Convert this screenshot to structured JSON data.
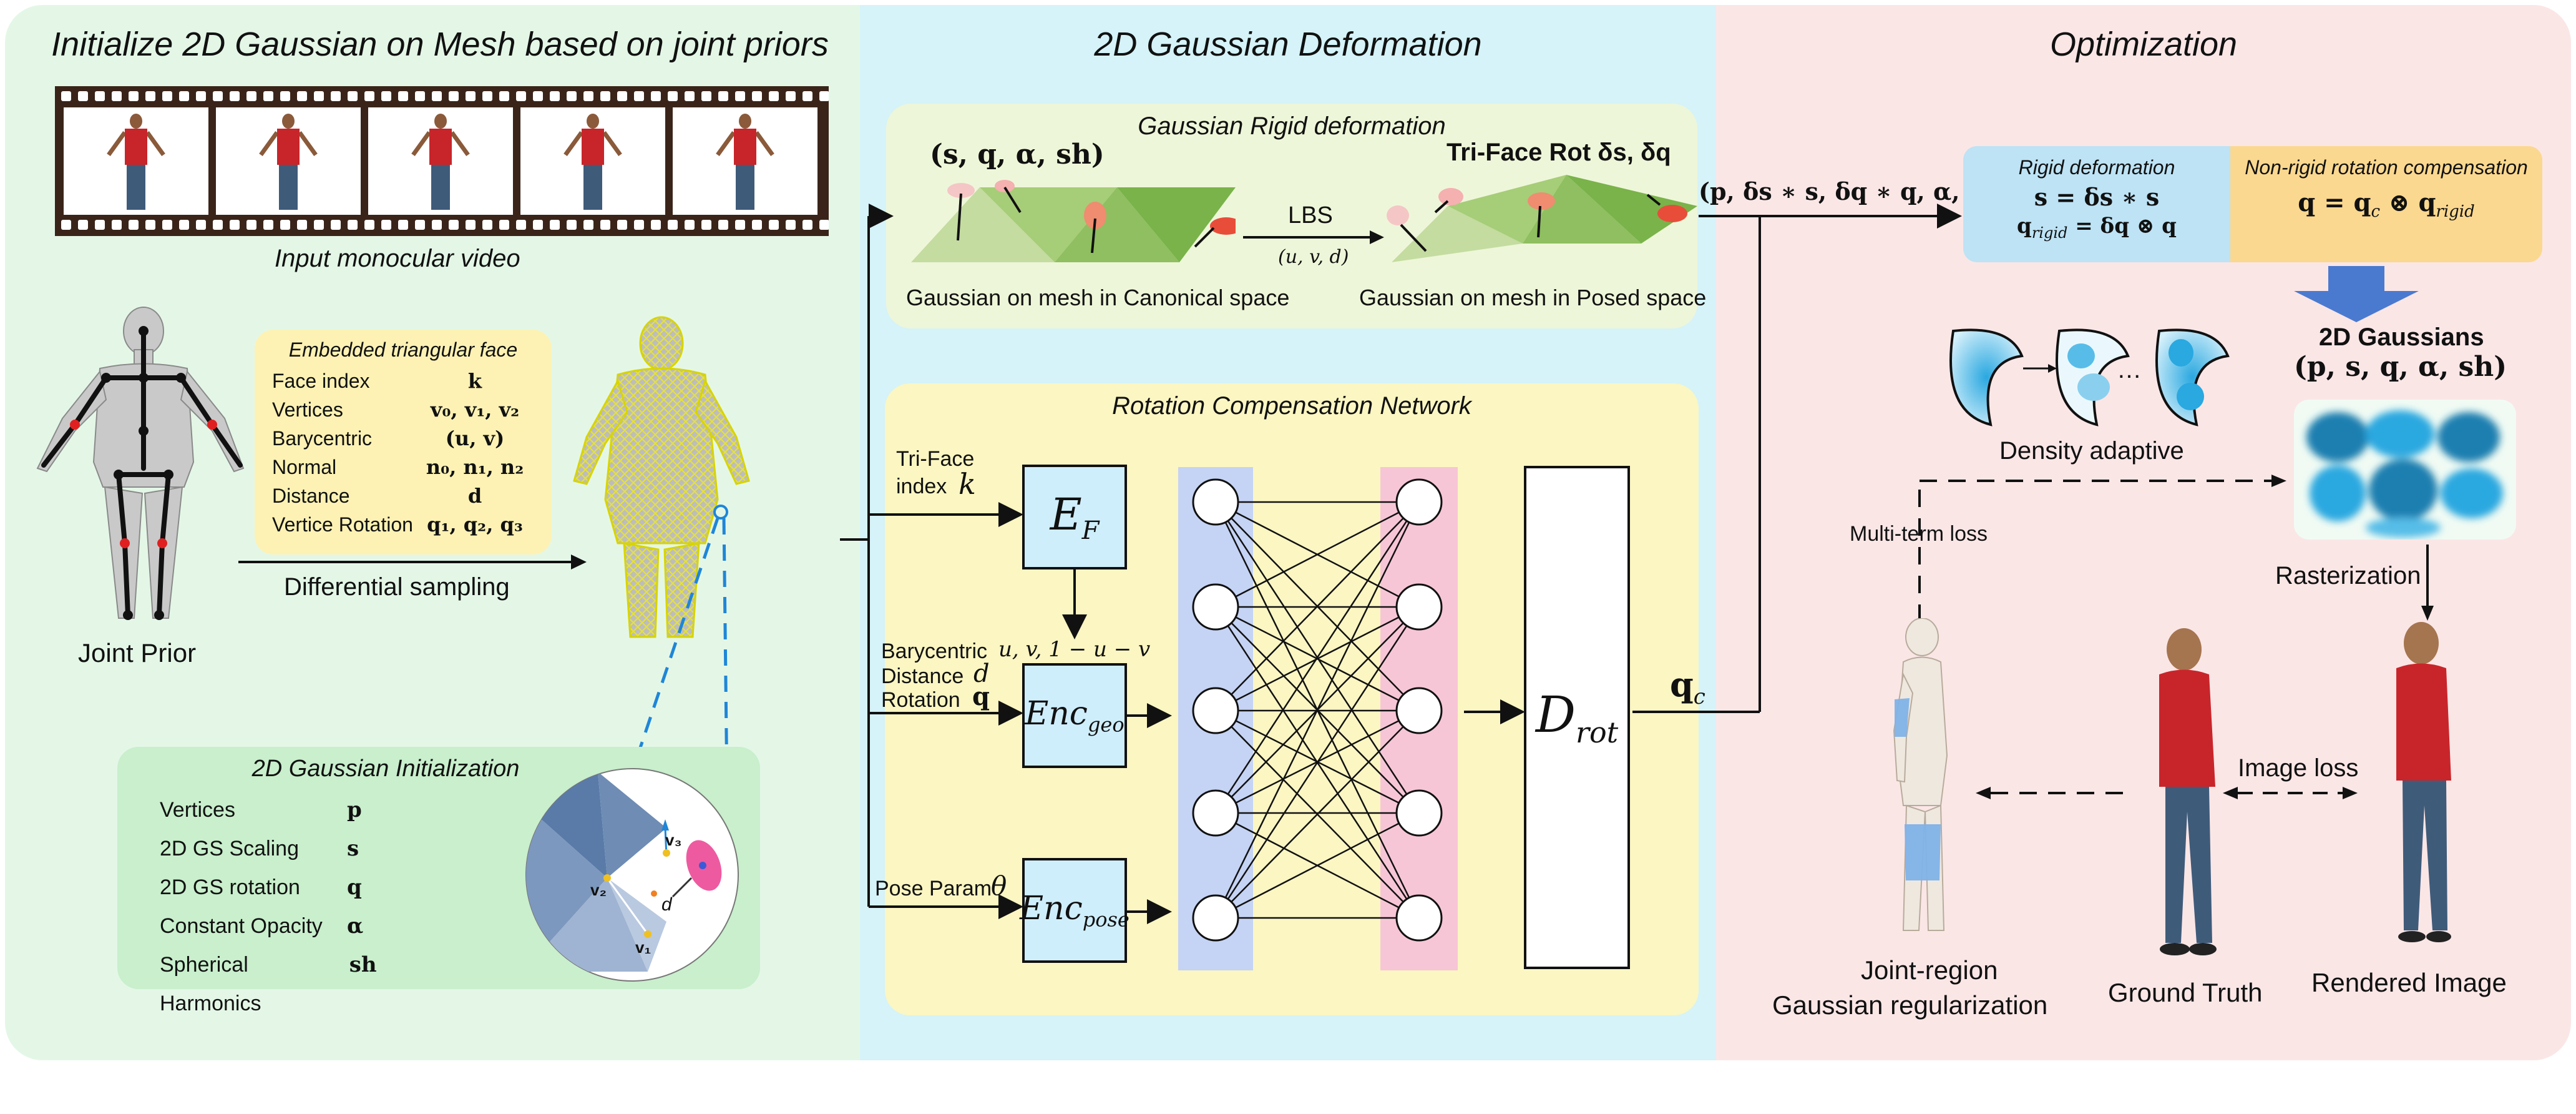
{
  "colors": {
    "panel1": "#e4f7e7",
    "panel2": "#d5f3f8",
    "panel3": "#fbe6e6",
    "rigid_box": "#eef6d9",
    "rcn_box": "#fbf6c2",
    "embedded_box": "#fdf2b4",
    "init_box": "#c9efcc",
    "rigid_def_cell": "#bde3f5",
    "nonrigid_cell": "#fbd88f",
    "encoder_fill": "#cfeefc",
    "layer_blue": "#c5d3f4",
    "layer_pink": "#f7c6d6",
    "down_arrow": "#4a7ad0"
  },
  "panel1": {
    "title": "Initialize 2D Gaussian on Mesh based on joint priors",
    "video_caption": "Input monocular video",
    "joint_prior_label": "Joint Prior",
    "differential_sampling_label": "Differential sampling",
    "embedded": {
      "title": "Embedded triangular face",
      "rows": [
        {
          "name": "Face index",
          "symbol": "k"
        },
        {
          "name": "Vertices",
          "symbol": "v₀, v₁, v₂"
        },
        {
          "name": "Barycentric",
          "symbol": "(u, v)"
        },
        {
          "name": "Normal",
          "symbol": "n₀, n₁, n₂"
        },
        {
          "name": "Distance",
          "symbol": "d"
        },
        {
          "name": "Vertice Rotation",
          "symbol": "q₁, q₂, q₃"
        }
      ]
    },
    "init": {
      "title": "2D Gaussian Initialization",
      "rows": [
        {
          "name": "Vertices",
          "symbol": "p"
        },
        {
          "name": "2D GS Scaling",
          "symbol": "s"
        },
        {
          "name": "2D GS rotation",
          "symbol": "q"
        },
        {
          "name": "Constant Opacity",
          "symbol": "α"
        },
        {
          "name": "Spherical Harmonics",
          "symbol": "sh"
        }
      ],
      "v1": "v₁",
      "v2": "v₂",
      "v3": "v₃",
      "d": "d"
    }
  },
  "panel2": {
    "title": "2D Gaussian Deformation",
    "rigid": {
      "title": "Gaussian Rigid deformation",
      "params": "(s, q, α, sh)",
      "triface": "Tri-Face Rot δs, δq",
      "lbs": "LBS",
      "uvd": "(u, v, d)",
      "canonical_caption": "Gaussian on mesh in Canonical space",
      "posed_caption": "Gaussian on mesh in Posed space"
    },
    "rcn": {
      "title": "Rotation Compensation Network",
      "triface_label_1": "Tri-Face",
      "triface_label_2": "index",
      "triface_k": "k",
      "ef_label": "E",
      "ef_sub": "F",
      "bary_label": "Barycentric",
      "bary_math": "u, v, 1 − u − v",
      "distance_label": "Distance",
      "distance_math": "d",
      "rotation_label": "Rotation",
      "rotation_math": "q",
      "encgeo_label": "Enc",
      "encgeo_sub": "geo",
      "pose_label": "Pose Param",
      "pose_math": "θ",
      "encpose_label": "Enc",
      "encpose_sub": "pose",
      "drot_label": "D",
      "drot_sub": "rot"
    },
    "qc_label": "q",
    "qc_sub": "c"
  },
  "panel3": {
    "title": "Optimization",
    "output_params": "(p, δs ∗ s, δq ∗ q, α, sh)",
    "rigid_def_title": "Rigid deformation",
    "rigid_def_eq1": "s = δs ∗ s",
    "rigid_def_eq2": "q",
    "rigid_def_eq2_sub": "rigid",
    "rigid_def_eq2_rhs": " = δq ⊗ q",
    "nonrigid_title": "Non-rigid rotation compensation",
    "nonrigid_eq_lhs": "q = q",
    "nonrigid_eq_sub1": "c",
    "nonrigid_eq_op": " ⊗ q",
    "nonrigid_eq_sub2": "rigid",
    "density_caption": "Density adaptive",
    "dots": "…",
    "gaussians_title": "2D Gaussians",
    "gaussians_params": "(p,  s,  q,  α,  sh)",
    "multi_term_loss": "Multi-term loss",
    "rasterization": "Rasterization",
    "image_loss": "Image loss",
    "joint_region_1": "Joint-region",
    "joint_region_2": "Gaussian regularization",
    "ground_truth": "Ground Truth",
    "rendered_image": "Rendered Image"
  }
}
